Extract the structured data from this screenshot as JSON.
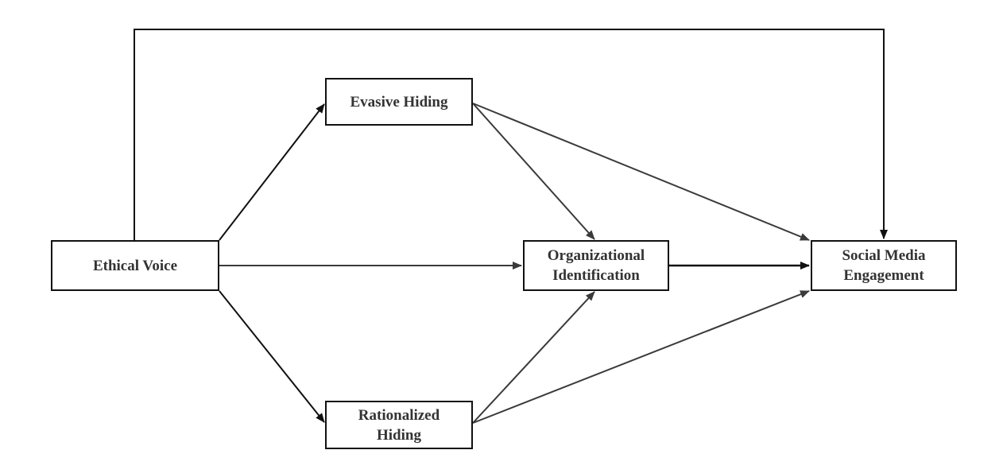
{
  "nodes": {
    "ethical_voice": "Ethical Voice",
    "evasive_hiding": "Evasive Hiding",
    "rationalized_hiding": "Rationalized\nHiding",
    "organizational_identification": "Organizational\nIdentification",
    "social_media_engagement": "Social Media\nEngagement"
  },
  "colors": {
    "arrow_dark": "#111111",
    "arrow_gray": "#3a3a3a",
    "box_border": "#111111",
    "text": "#333333"
  }
}
